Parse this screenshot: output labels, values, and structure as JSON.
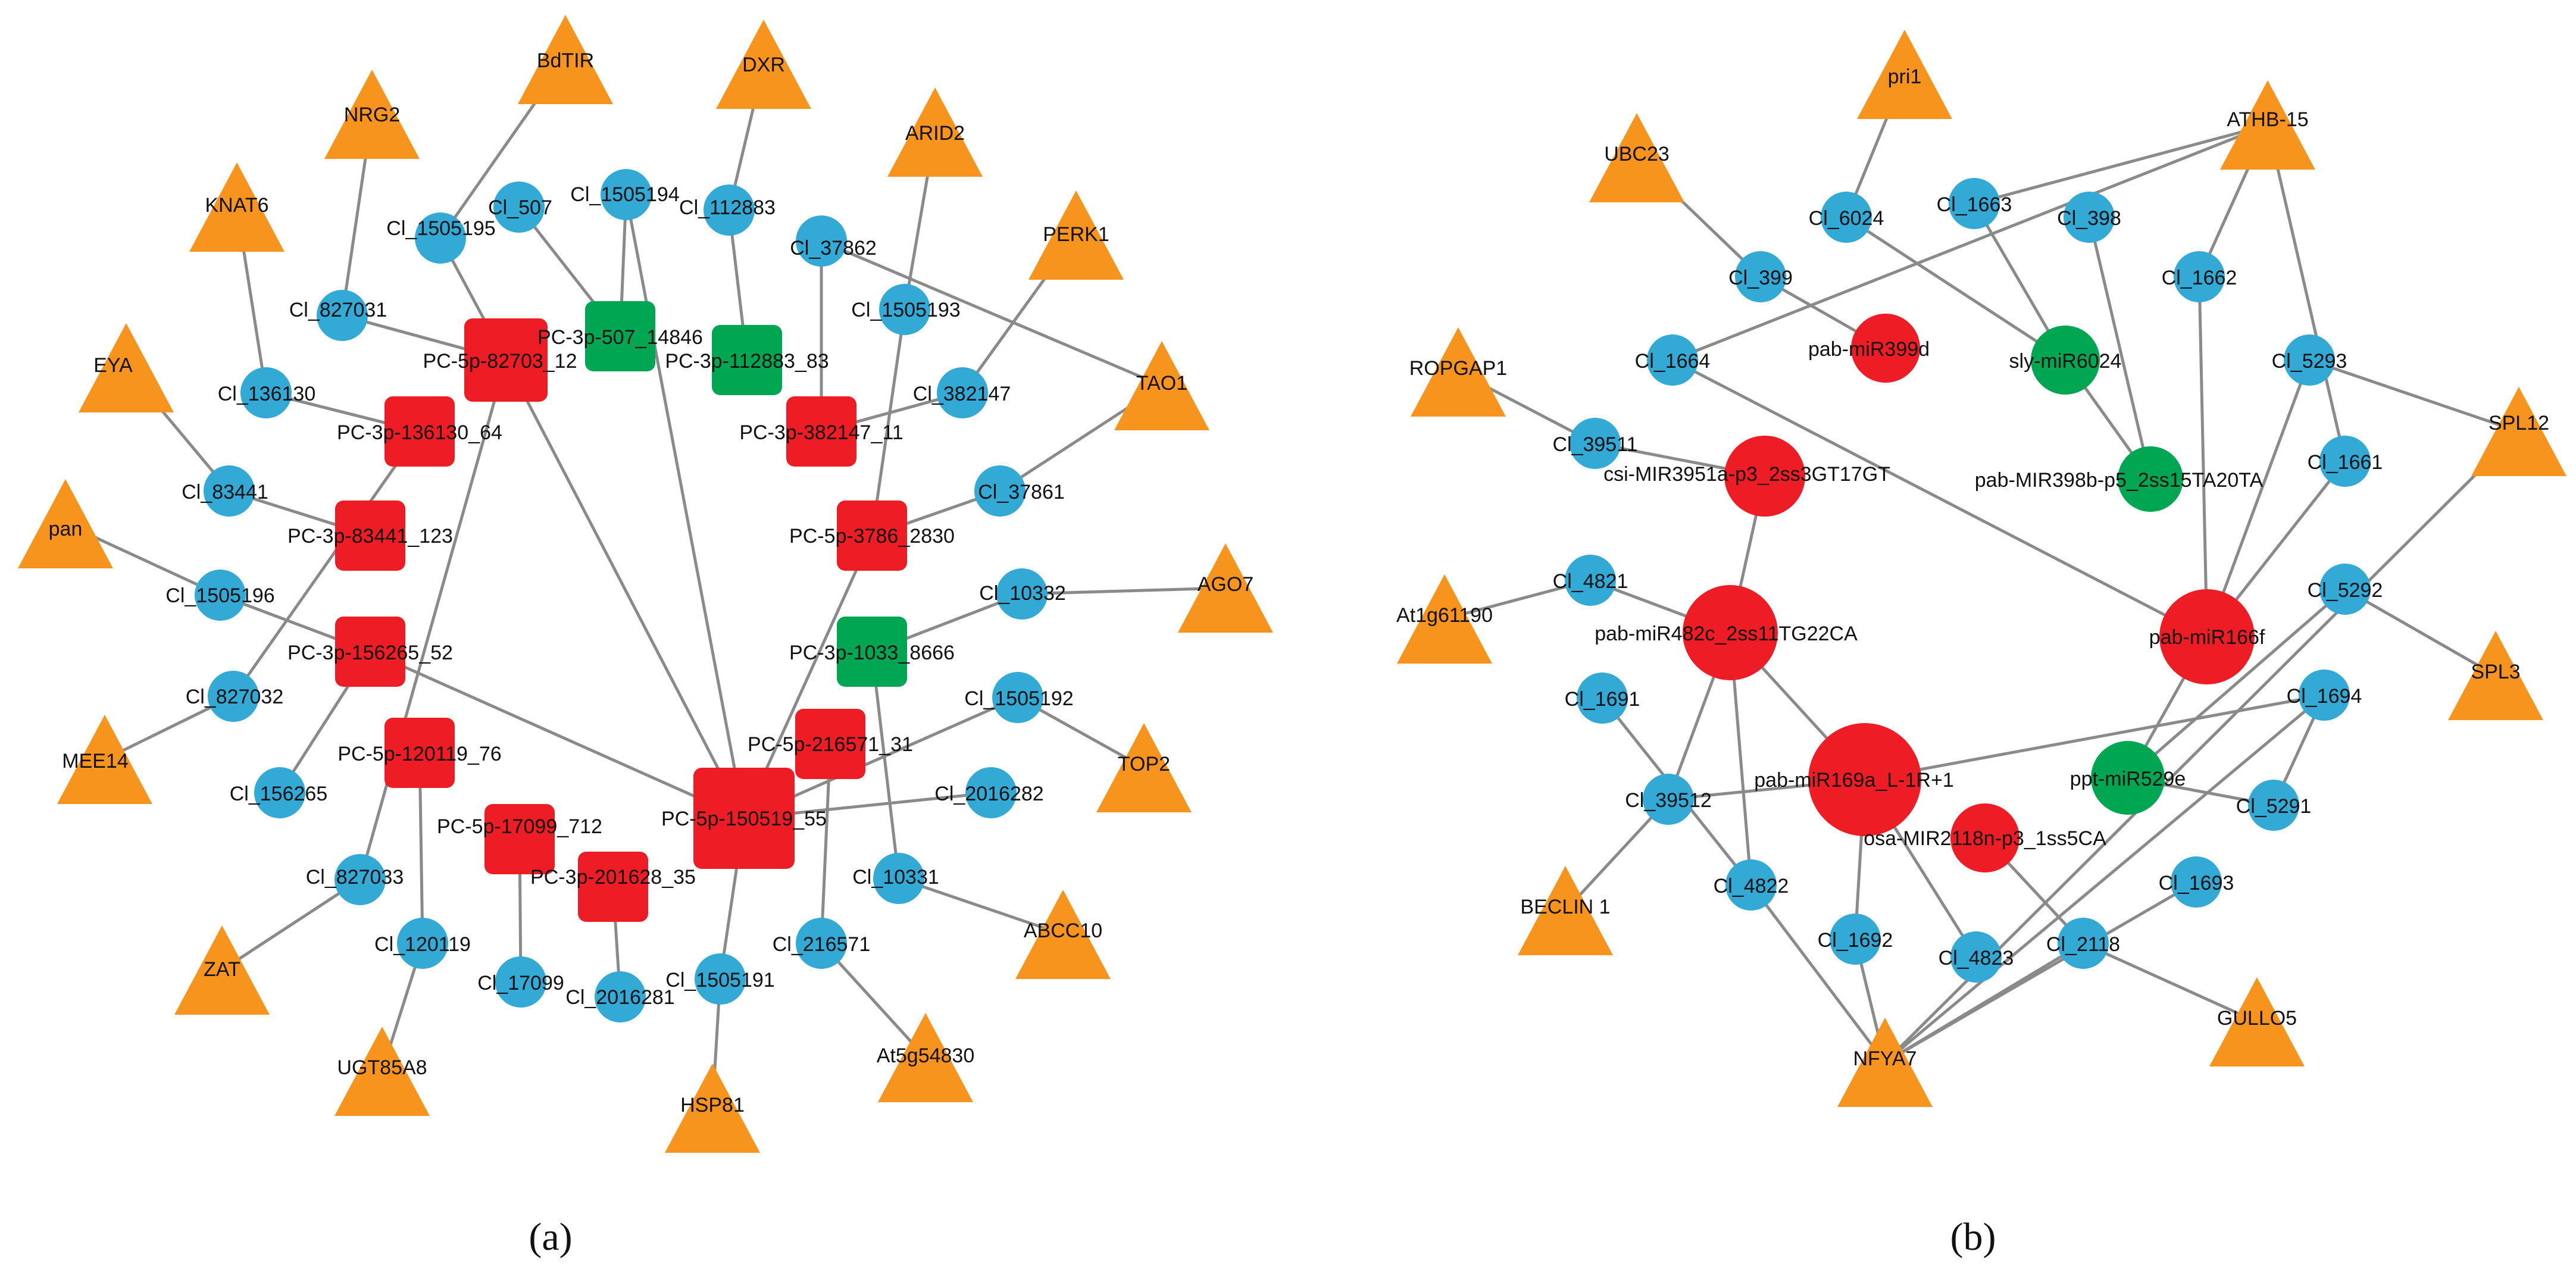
{
  "colors": {
    "gene": "#f7941d",
    "lnc": "#33a9d6",
    "mir_red": "#ee1c24",
    "mir_green": "#00a651",
    "edge": "#8a8a8a"
  },
  "panels": [
    {
      "caption": "(a)",
      "nodes": [
        {
          "id": "BdTIR",
          "type": "triangle"
        },
        {
          "id": "DXR",
          "type": "triangle"
        },
        {
          "id": "NRG2",
          "type": "triangle"
        },
        {
          "id": "ARID2",
          "type": "triangle"
        },
        {
          "id": "KNAT6",
          "type": "triangle"
        },
        {
          "id": "PERK1",
          "type": "triangle"
        },
        {
          "id": "EYA",
          "type": "triangle"
        },
        {
          "id": "TAO1",
          "type": "triangle"
        },
        {
          "id": "pan",
          "type": "triangle"
        },
        {
          "id": "AGO7",
          "type": "triangle"
        },
        {
          "id": "MEE14",
          "type": "triangle"
        },
        {
          "id": "TOP2",
          "type": "triangle"
        },
        {
          "id": "ABCC10",
          "type": "triangle"
        },
        {
          "id": "ZAT",
          "type": "triangle"
        },
        {
          "id": "At5g54830",
          "type": "triangle"
        },
        {
          "id": "UGT85A8",
          "type": "triangle"
        },
        {
          "id": "HSP81",
          "type": "triangle"
        },
        {
          "id": "Cl_1505195",
          "type": "circle"
        },
        {
          "id": "Cl_507",
          "type": "circle"
        },
        {
          "id": "Cl_1505194",
          "type": "circle"
        },
        {
          "id": "Cl_112883",
          "type": "circle"
        },
        {
          "id": "Cl_37862",
          "type": "circle"
        },
        {
          "id": "Cl_1505193",
          "type": "circle"
        },
        {
          "id": "Cl_827031",
          "type": "circle"
        },
        {
          "id": "Cl_382147",
          "type": "circle"
        },
        {
          "id": "Cl_136130",
          "type": "circle"
        },
        {
          "id": "Cl_37861",
          "type": "circle"
        },
        {
          "id": "Cl_83441",
          "type": "circle"
        },
        {
          "id": "Cl_10332",
          "type": "circle"
        },
        {
          "id": "Cl_1505196",
          "type": "circle"
        },
        {
          "id": "Cl_1505192",
          "type": "circle"
        },
        {
          "id": "Cl_827032",
          "type": "circle"
        },
        {
          "id": "Cl_156265",
          "type": "circle"
        },
        {
          "id": "Cl_2016282",
          "type": "circle"
        },
        {
          "id": "Cl_827033",
          "type": "circle"
        },
        {
          "id": "Cl_10331",
          "type": "circle"
        },
        {
          "id": "Cl_120119",
          "type": "circle"
        },
        {
          "id": "Cl_216571",
          "type": "circle"
        },
        {
          "id": "Cl_17099",
          "type": "circle"
        },
        {
          "id": "Cl_2016281",
          "type": "circle"
        },
        {
          "id": "Cl_1505191",
          "type": "circle"
        },
        {
          "id": "PC-5p-82703_12",
          "type": "square-red"
        },
        {
          "id": "PC-3p-507_14846",
          "type": "square-green"
        },
        {
          "id": "PC-3p-112883_83",
          "type": "square-green"
        },
        {
          "id": "PC-3p-136130_64",
          "type": "square-red"
        },
        {
          "id": "PC-3p-382147_11",
          "type": "square-red"
        },
        {
          "id": "PC-5p-3786_2830",
          "type": "square-red"
        },
        {
          "id": "PC-3p-83441_123",
          "type": "square-red"
        },
        {
          "id": "PC-3p-1033_8666",
          "type": "square-green"
        },
        {
          "id": "PC-3p-156265_52",
          "type": "square-red"
        },
        {
          "id": "PC-5p-216571_31",
          "type": "square-red"
        },
        {
          "id": "PC-5p-120119_76",
          "type": "square-red"
        },
        {
          "id": "PC-5p-150519_55",
          "type": "square-red"
        },
        {
          "id": "PC-5p-17099_712",
          "type": "square-red"
        },
        {
          "id": "PC-3p-201628_35",
          "type": "square-red"
        }
      ]
    },
    {
      "caption": "(b)",
      "nodes": [
        {
          "id": "pri1",
          "type": "triangle"
        },
        {
          "id": "ATHB-15",
          "type": "triangle"
        },
        {
          "id": "UBC23",
          "type": "triangle"
        },
        {
          "id": "ROPGAP1",
          "type": "triangle"
        },
        {
          "id": "SPL12",
          "type": "triangle"
        },
        {
          "id": "At1g61190",
          "type": "triangle"
        },
        {
          "id": "SPL3",
          "type": "triangle"
        },
        {
          "id": "BECLIN 1",
          "type": "triangle"
        },
        {
          "id": "GULLO5",
          "type": "triangle"
        },
        {
          "id": "NFYA7",
          "type": "triangle"
        },
        {
          "id": "Cl_6024",
          "type": "circle"
        },
        {
          "id": "Cl_1663",
          "type": "circle"
        },
        {
          "id": "Cl_398",
          "type": "circle"
        },
        {
          "id": "Cl_399",
          "type": "circle"
        },
        {
          "id": "Cl_1662",
          "type": "circle"
        },
        {
          "id": "Cl_1664",
          "type": "circle"
        },
        {
          "id": "Cl_5293",
          "type": "circle"
        },
        {
          "id": "Cl_39511",
          "type": "circle"
        },
        {
          "id": "Cl_1661",
          "type": "circle"
        },
        {
          "id": "Cl_4821",
          "type": "circle"
        },
        {
          "id": "Cl_5292",
          "type": "circle"
        },
        {
          "id": "Cl_1691",
          "type": "circle"
        },
        {
          "id": "Cl_1694",
          "type": "circle"
        },
        {
          "id": "Cl_39512",
          "type": "circle"
        },
        {
          "id": "Cl_5291",
          "type": "circle"
        },
        {
          "id": "Cl_4822",
          "type": "circle"
        },
        {
          "id": "Cl_1693",
          "type": "circle"
        },
        {
          "id": "Cl_1692",
          "type": "circle"
        },
        {
          "id": "Cl_4823",
          "type": "circle"
        },
        {
          "id": "Cl_2118",
          "type": "circle"
        },
        {
          "id": "pab-miR399d",
          "type": "circle-red"
        },
        {
          "id": "sly-miR6024",
          "type": "circle-green"
        },
        {
          "id": "csi-MIR3951a-p3_2ss3GT17GT",
          "type": "circle-red"
        },
        {
          "id": "pab-MIR398b-p5_2ss15TA20TA",
          "type": "circle-green"
        },
        {
          "id": "pab-miR482c_2ss11TG22CA",
          "type": "circle-red"
        },
        {
          "id": "pab-miR166f",
          "type": "circle-red"
        },
        {
          "id": "pab-miR169a_L-1R+1",
          "type": "circle-red"
        },
        {
          "id": "ppt-miR529e",
          "type": "circle-green"
        },
        {
          "id": "osa-MIR2118n-p3_1ss5CA",
          "type": "circle-red"
        }
      ]
    }
  ]
}
